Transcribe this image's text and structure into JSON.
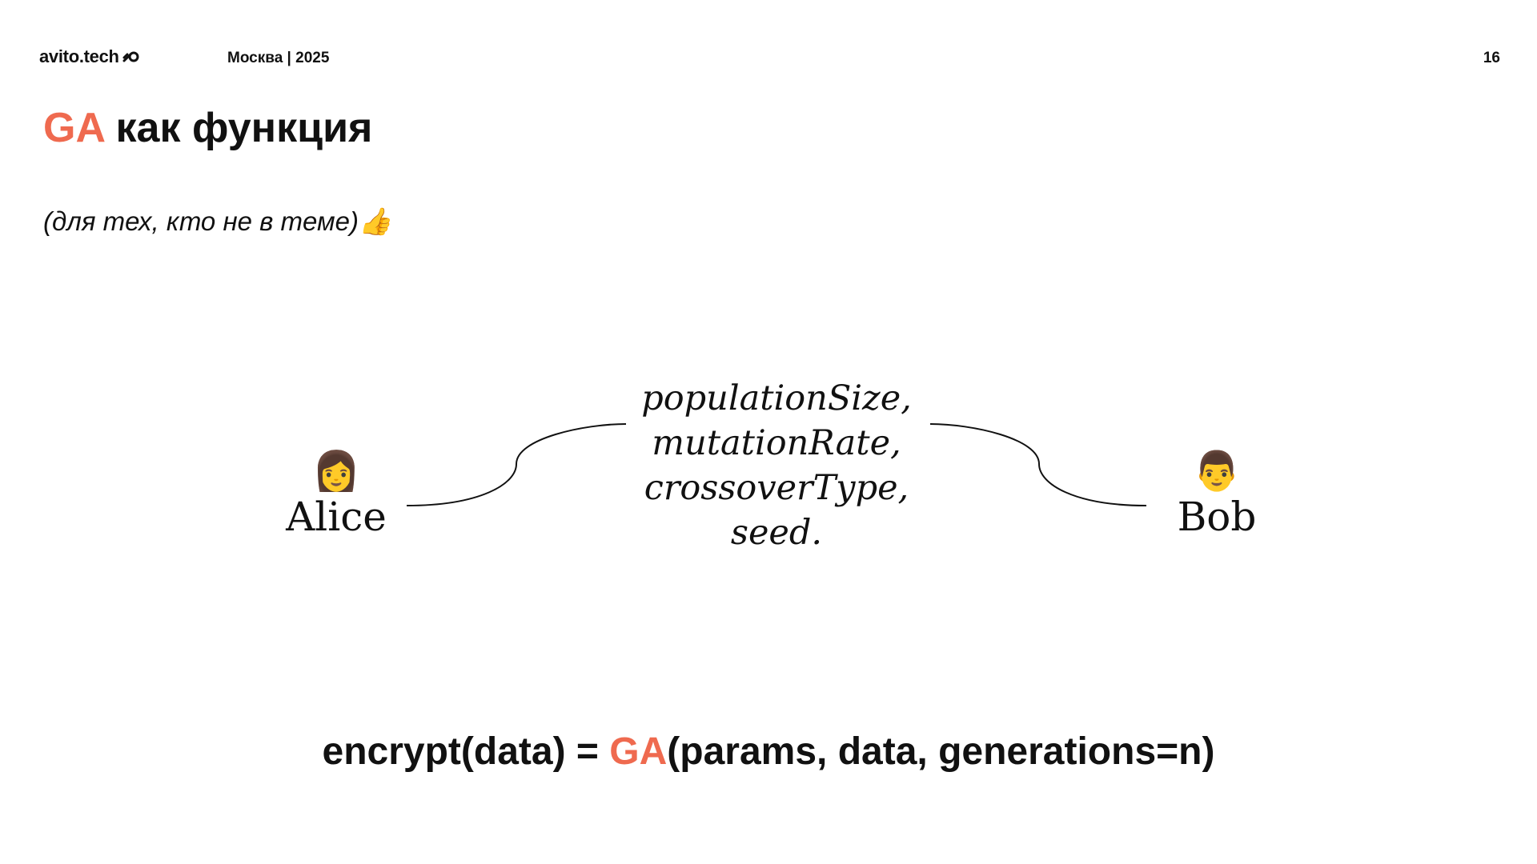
{
  "header": {
    "logo_text": "avito.tech",
    "city_year": "Москва | 2025",
    "page_number": "16"
  },
  "title": {
    "accent": "GA",
    "rest": " как функция"
  },
  "subtitle": "(для тех, кто не в теме)👍",
  "diagram": {
    "alice": {
      "emoji": "👩",
      "name": "Alice"
    },
    "bob": {
      "emoji": "👨",
      "name": "Bob"
    },
    "params": [
      "populationSize,",
      "mutationRate,",
      "crossoverType,",
      "seed."
    ]
  },
  "formula": {
    "prefix": "encrypt(data) = ",
    "accent": "GA",
    "suffix": "(params, data, generations=n)"
  },
  "colors": {
    "accent": "#ef6a4f",
    "text": "#111111",
    "background": "#ffffff"
  },
  "icons": {
    "logo": "avito-tech-logo-mark",
    "thumbs_up": "thumbs-up-emoji",
    "alice": "woman-emoji",
    "bob": "man-emoji"
  }
}
